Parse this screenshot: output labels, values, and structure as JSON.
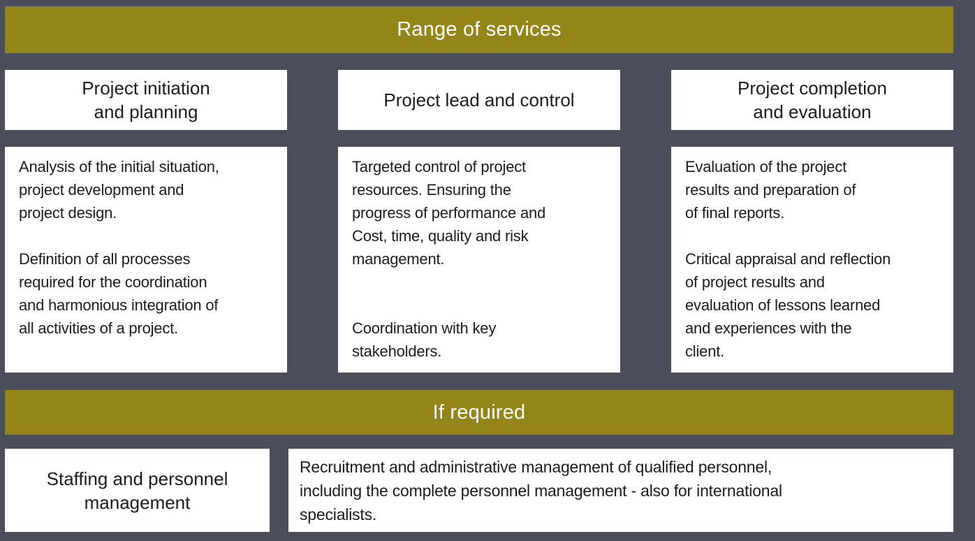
{
  "colors": {
    "background": "#4a4e5a",
    "banner": "#948519",
    "banner_text": "#ffffff",
    "box_background": "#ffffff",
    "box_text": "#1c1c1c"
  },
  "banners": {
    "services": "Range of services",
    "if_required": "If required"
  },
  "columns": [
    {
      "header": "Project initiation\nand planning",
      "body": "Analysis of the initial situation,\nproject development and\nproject design.\n\nDefinition of all processes\nrequired for the coordination\nand harmonious integration of\nall activities of a project."
    },
    {
      "header": "Project lead and control",
      "body": "Targeted control of project\nresources. Ensuring the\nprogress of performance and\nCost, time, quality and risk\nmanagement.\n\n\nCoordination with key\nstakeholders."
    },
    {
      "header": "Project completion\nand evaluation",
      "body": "Evaluation of the project\nresults and preparation of\nof final reports.\n\nCritical appraisal and reflection\nof project results and\nevaluation of lessons learned\nand experiences with the\nclient."
    }
  ],
  "if_required_row": {
    "header": "Staffing and personnel\nmanagement",
    "body": "Recruitment and administrative management of qualified personnel,\nincluding the complete personnel management - also for international\nspecialists."
  }
}
